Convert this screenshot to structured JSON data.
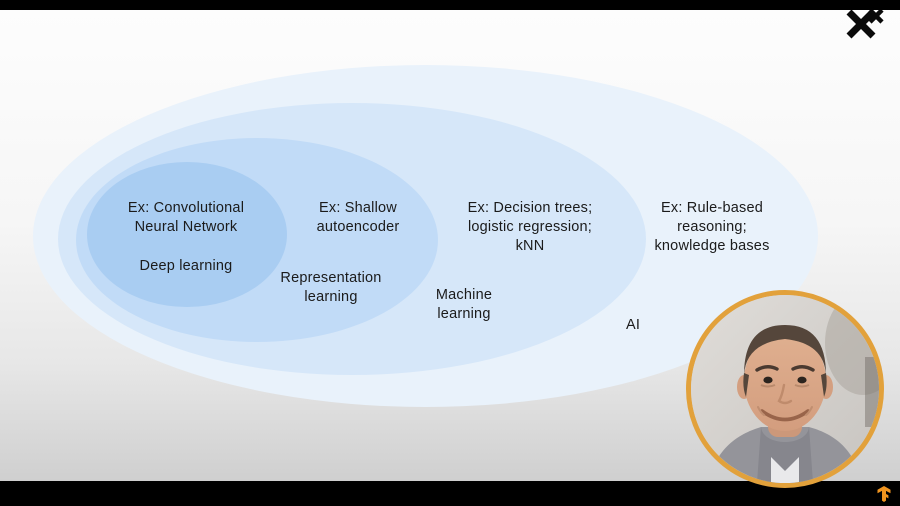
{
  "diagram": {
    "title_hint": "Nested sets of AI fields",
    "deep_learning": {
      "example": "Ex: Convolutional\nNeural Network",
      "label": "Deep learning"
    },
    "representation_learning": {
      "example": "Ex: Shallow\nautoencoder",
      "label": "Representation\nlearning"
    },
    "machine_learning": {
      "example": "Ex: Decision trees;\nlogistic regression;\nkNN",
      "label": "Machine\nlearning"
    },
    "ai": {
      "example": "Ex: Rule-based\nreasoning;\nknowledge bases",
      "label": "AI"
    }
  },
  "colors": {
    "ellipse_ai": "#e9f2fb",
    "ellipse_ml": "#d6e7f9",
    "ellipse_rl": "#c1dbf7",
    "ellipse_dl": "#a9cdf2",
    "webcam_ring": "#e2a13b",
    "brand_orange": "#f0941f",
    "letterbox": "#000000",
    "text": "#1b1b1b"
  },
  "icons": {
    "channel_logo": "double-x-logo",
    "brand": "orange-brand-mark"
  }
}
